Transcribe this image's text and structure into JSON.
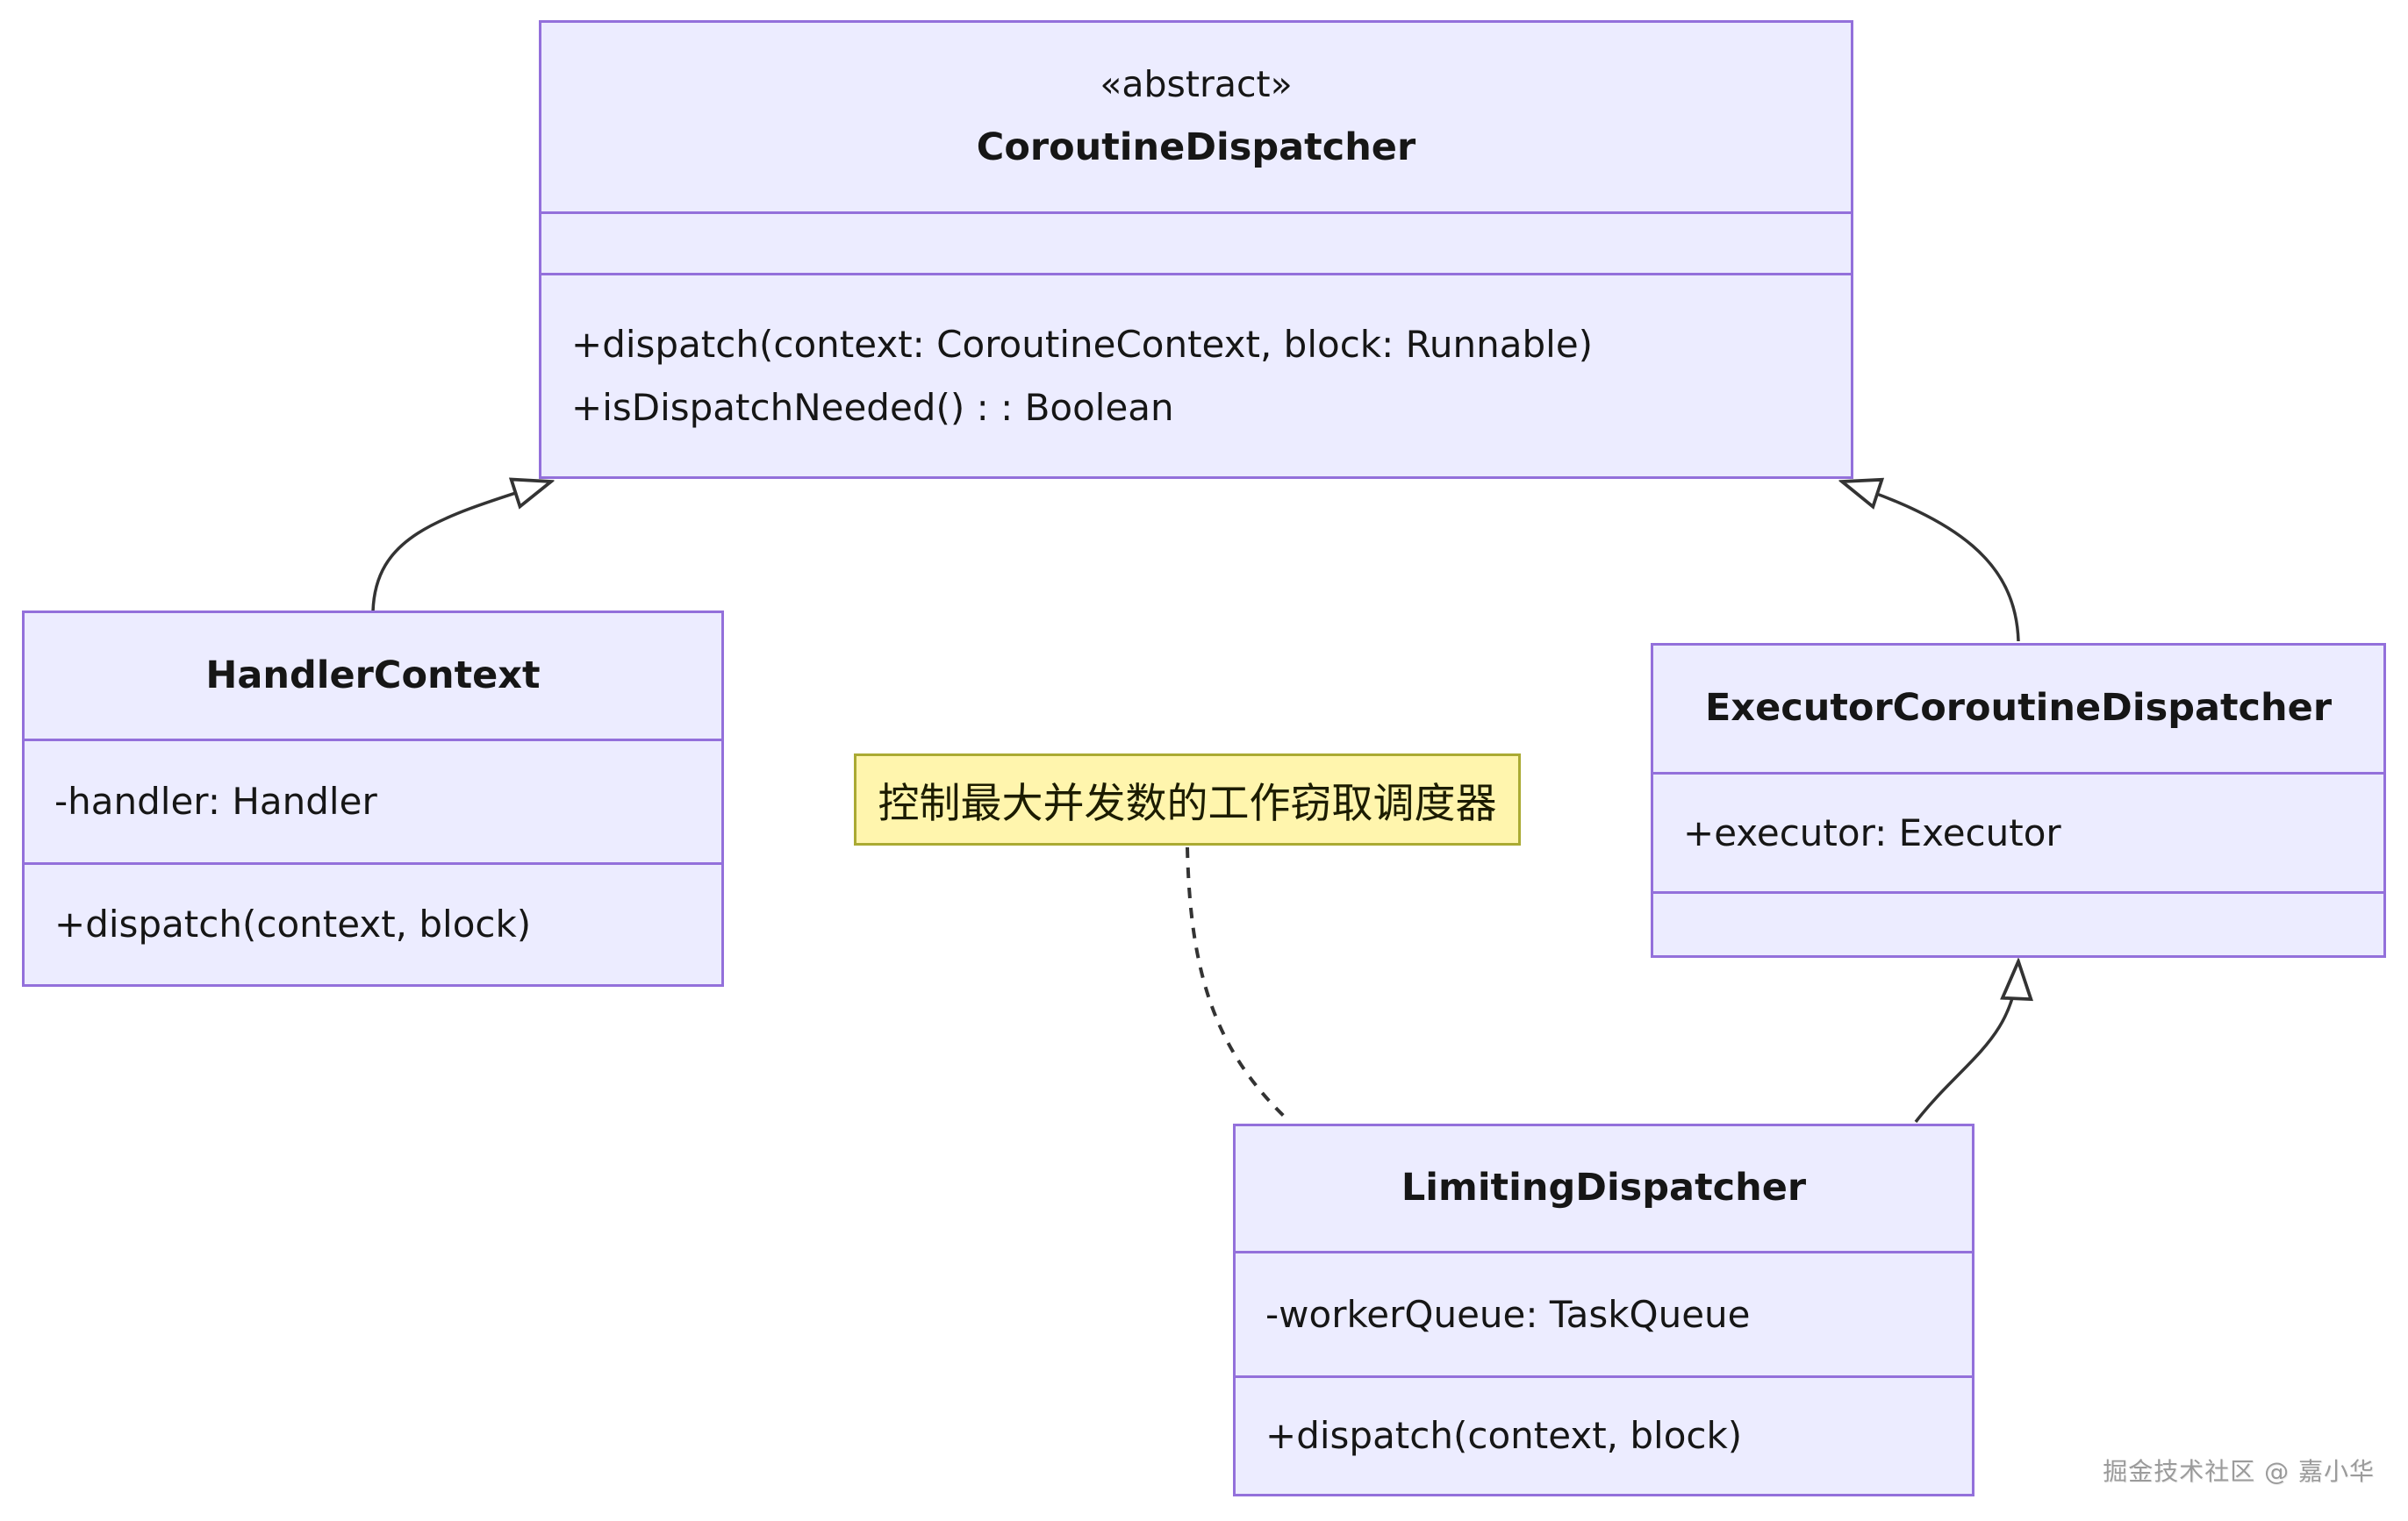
{
  "diagram": {
    "type": "uml-class-diagram",
    "classes": [
      {
        "id": "CoroutineDispatcher",
        "annotation": "«abstract»",
        "name": "CoroutineDispatcher",
        "attributes": [],
        "methods": [
          "+dispatch(context: CoroutineContext, block: Runnable)",
          "+isDispatchNeeded() : : Boolean"
        ]
      },
      {
        "id": "HandlerContext",
        "annotation": "",
        "name": "HandlerContext",
        "attributes": [
          "-handler: Handler"
        ],
        "methods": [
          "+dispatch(context, block)"
        ]
      },
      {
        "id": "ExecutorCoroutineDispatcher",
        "annotation": "",
        "name": "ExecutorCoroutineDispatcher",
        "attributes": [
          "+executor: Executor"
        ],
        "methods": []
      },
      {
        "id": "LimitingDispatcher",
        "annotation": "",
        "name": "LimitingDispatcher",
        "attributes": [
          "-workerQueue: TaskQueue"
        ],
        "methods": [
          "+dispatch(context, block)"
        ]
      }
    ],
    "note": {
      "text": "控制最大并发数的工作窃取调度器",
      "attached_to": "LimitingDispatcher"
    },
    "relationships": [
      {
        "from": "HandlerContext",
        "to": "CoroutineDispatcher",
        "type": "inheritance"
      },
      {
        "from": "ExecutorCoroutineDispatcher",
        "to": "CoroutineDispatcher",
        "type": "inheritance"
      },
      {
        "from": "LimitingDispatcher",
        "to": "ExecutorCoroutineDispatcher",
        "type": "inheritance"
      },
      {
        "from": "note",
        "to": "LimitingDispatcher",
        "type": "note-link-dashed"
      }
    ],
    "watermark": "掘金技术社区 @ 嘉小华",
    "colors": {
      "class_fill": "#ECECFF",
      "class_border": "#9370DB",
      "note_fill": "#FFF5AD",
      "note_border": "#AAAA33",
      "edge_line": "#333333",
      "watermark_text": "#9B9B9B",
      "background": "#FFFFFF"
    }
  }
}
